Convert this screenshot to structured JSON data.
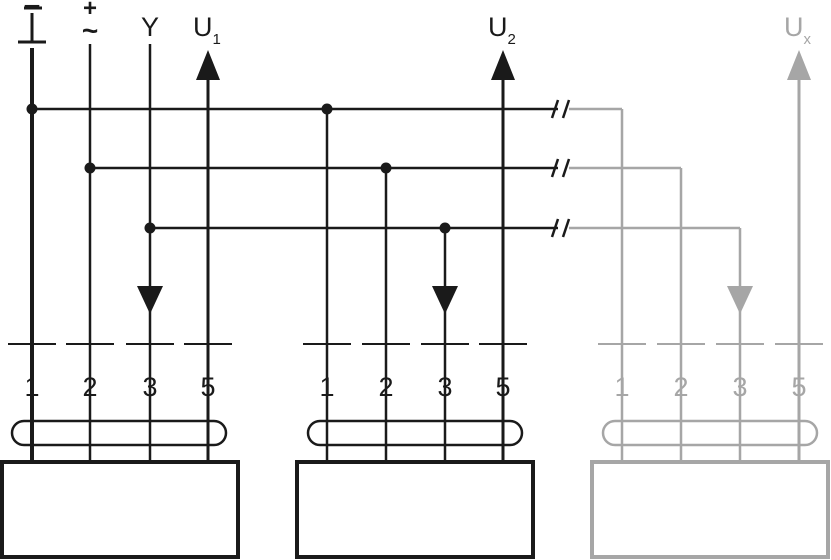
{
  "colors": {
    "main": "#1a1a1a",
    "ghost": "#a6a6a6"
  },
  "top_labels": {
    "minus": "−",
    "plus": "+",
    "tilde": "~",
    "y": "Y",
    "u1_main": "U",
    "u1_sub": "1",
    "u2_main": "U",
    "u2_sub": "2",
    "ux_main": "U",
    "ux_sub": "x"
  },
  "actuators": [
    {
      "terminals": [
        "1",
        "2",
        "3",
        "5"
      ]
    },
    {
      "terminals": [
        "1",
        "2",
        "3",
        "5"
      ]
    },
    {
      "terminals": [
        "1",
        "2",
        "3",
        "5"
      ]
    }
  ],
  "icons": [
    "ground-icon",
    "arrow-up-icon",
    "arrow-down-icon",
    "break-mark-icon"
  ]
}
